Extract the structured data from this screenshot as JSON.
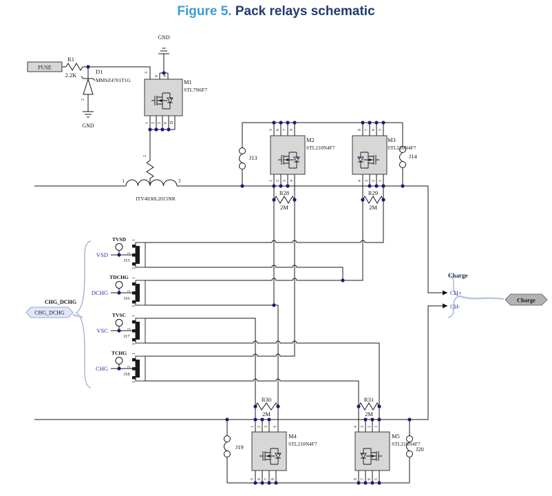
{
  "title": {
    "figure": "Figure 5.",
    "text": "Pack relays schematic"
  },
  "components": {
    "fuse": {
      "label": "FUSE"
    },
    "r1": {
      "ref": "R1",
      "value": "2.2K"
    },
    "d1": {
      "ref": "D1",
      "part": "MMSZ4701T1G",
      "pin2": "2"
    },
    "gnd": "GND",
    "m1": {
      "ref": "M1",
      "part": "STL7N6F7",
      "top_pins": [
        "3",
        "8",
        "4"
      ],
      "bottom_pins": [
        "1",
        "2",
        "5",
        "6",
        "D"
      ]
    },
    "l1": {
      "part": "ITV4030L2015NR",
      "pin1": "1",
      "pin2": "2",
      "pin3": "3"
    },
    "m2": {
      "ref": "M2",
      "part": "STL210N4F7",
      "top_pins": [
        "5",
        "6",
        "7",
        "8"
      ],
      "bottom_pins": [
        "1",
        "2",
        "3",
        "4"
      ]
    },
    "m3": {
      "ref": "M3",
      "part": "STL210N4F7",
      "top_pins": [
        "8",
        "7",
        "6",
        "5"
      ],
      "bottom_pins": [
        "4",
        "3",
        "2",
        "1"
      ]
    },
    "m4": {
      "ref": "M4",
      "part": "STL210N4F7",
      "top_pins": [
        "1",
        "2",
        "3",
        "4"
      ],
      "bottom_pins": [
        "5",
        "6",
        "7",
        "8"
      ]
    },
    "m5": {
      "ref": "M5",
      "part": "STL210N4F7",
      "top_pins": [
        "4",
        "3",
        "2",
        "1"
      ],
      "bottom_pins": [
        "8",
        "7",
        "6",
        "5"
      ]
    },
    "r28": {
      "ref": "R28",
      "value": "2M"
    },
    "r29": {
      "ref": "R29",
      "value": "2M"
    },
    "r30": {
      "ref": "R30",
      "value": "2M"
    },
    "r31": {
      "ref": "R31",
      "value": "2M"
    },
    "j13": "J13",
    "j14": "J14",
    "j19": "J19",
    "j20": "J20"
  },
  "left_panel": {
    "caption": "CHG_DCHG",
    "net_label": "CHG_DCHG",
    "rows": [
      {
        "tp": "TVSD",
        "signal": "VSD",
        "conn": "J15",
        "pins": [
          "1",
          "2",
          "3"
        ]
      },
      {
        "tp": "TDCHG",
        "signal": "DCHG",
        "conn": "J16",
        "pins": [
          "1",
          "2",
          "3"
        ]
      },
      {
        "tp": "TVSC",
        "signal": "VSC",
        "conn": "J17",
        "pins": [
          "1",
          "2",
          "3"
        ]
      },
      {
        "tp": "TCHG",
        "signal": "CHG",
        "conn": "J18",
        "pins": [
          "1",
          "2",
          "3"
        ]
      }
    ]
  },
  "right_panel": {
    "caption": "Charge",
    "ch_plus": "CH+",
    "ch_minus": "CH-",
    "net_label": "Charge"
  },
  "colors": {
    "accent_light": "#3d9cd5",
    "accent_dark": "#1f3c6d",
    "signal_blue": "#2a2aa8",
    "dot": "#1a1a82"
  }
}
